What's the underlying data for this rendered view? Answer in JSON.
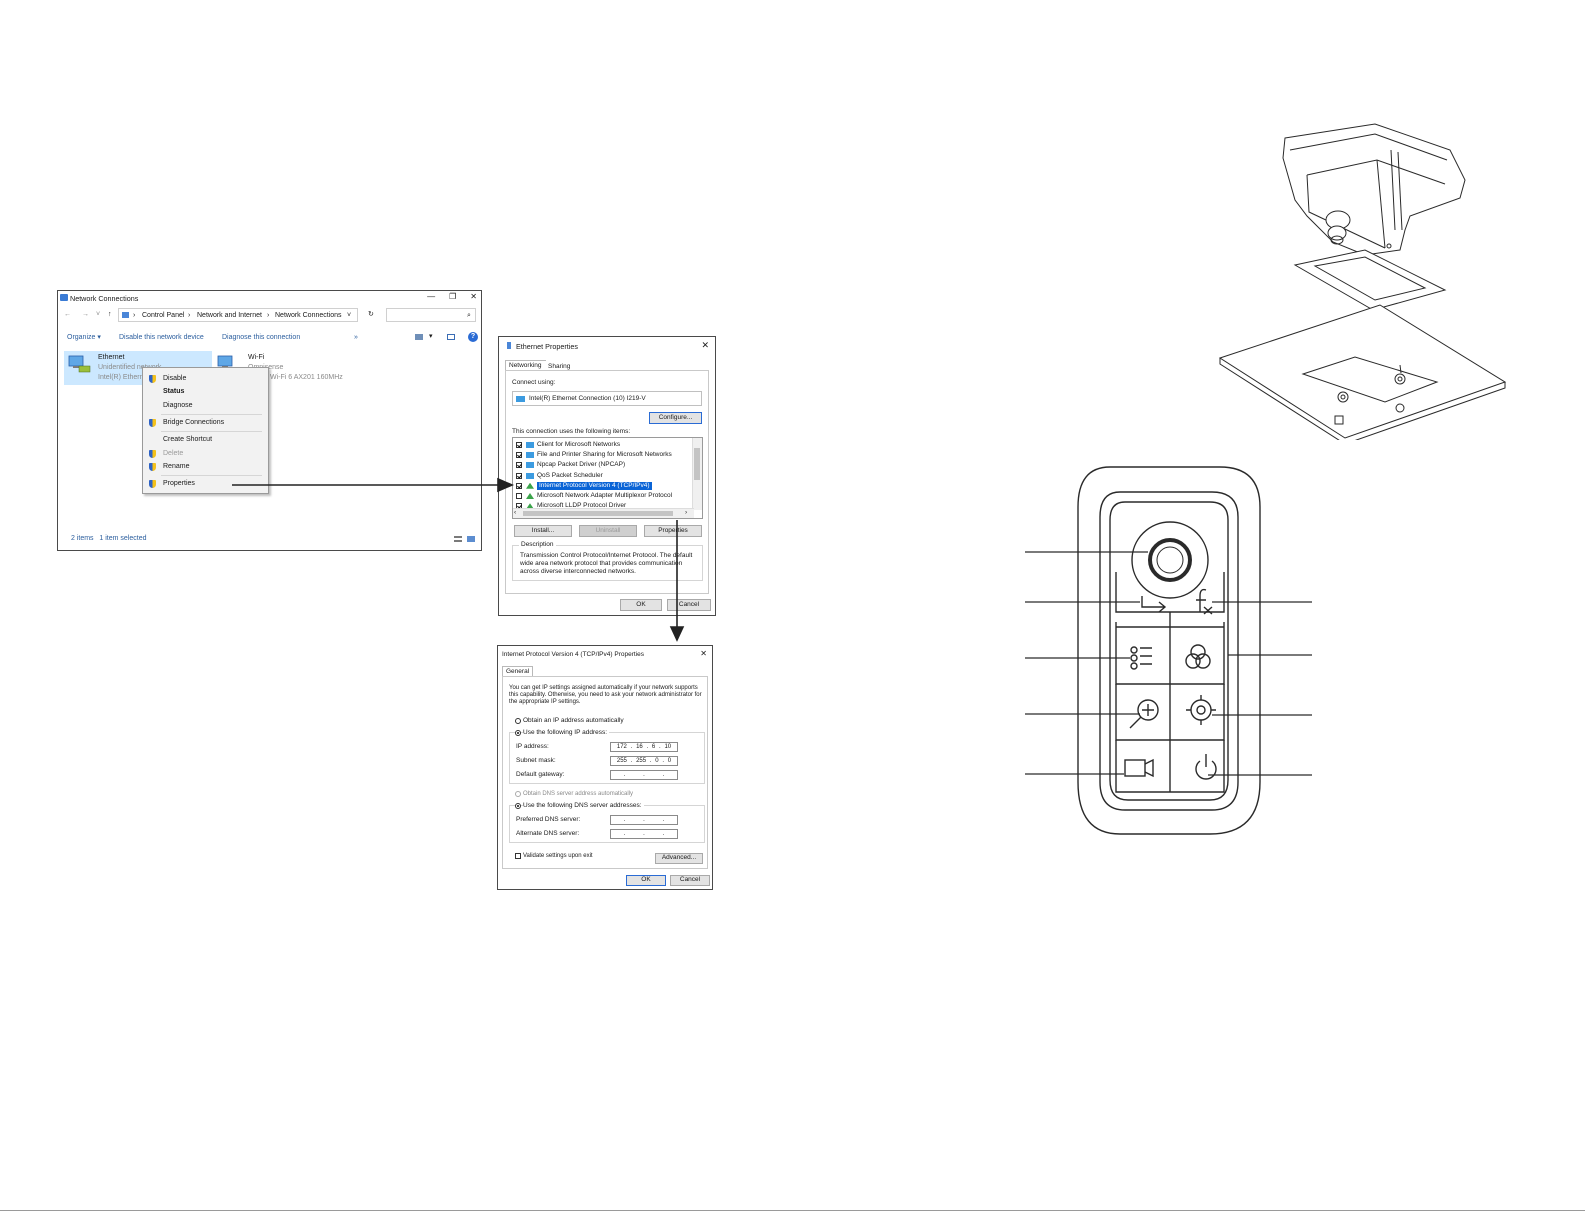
{
  "network_connections": {
    "title": "Network Connections",
    "caption": {
      "minimize": "—",
      "restore": "❐",
      "close": "✕"
    },
    "breadcrumb": [
      "Control Panel",
      "Network and Internet",
      "Network Connections"
    ],
    "toolbar": {
      "organize": "Organize ▾",
      "disable": "Disable this network device",
      "diagnose": "Diagnose this connection",
      "more": "»",
      "help": "?"
    },
    "items": [
      {
        "name": "Ethernet",
        "status": "Unidentified network",
        "adapter": "Intel(R) Etherne"
      },
      {
        "name": "Wi-Fi",
        "status": "Omnisense",
        "adapter": "Wi-Fi 6 AX201 160MHz"
      }
    ],
    "status_bar": "2 items   1 item selected"
  },
  "context_menu": {
    "items": [
      {
        "label": "Disable",
        "shield": true,
        "bold": false,
        "disabled": false
      },
      {
        "label": "Status",
        "shield": false,
        "bold": true,
        "disabled": false
      },
      {
        "label": "Diagnose",
        "shield": false,
        "bold": false,
        "disabled": false
      },
      {
        "label": "Bridge Connections",
        "shield": true,
        "bold": false,
        "disabled": false
      },
      {
        "label": "Create Shortcut",
        "shield": false,
        "bold": false,
        "disabled": false
      },
      {
        "label": "Delete",
        "shield": true,
        "bold": false,
        "disabled": true
      },
      {
        "label": "Rename",
        "shield": true,
        "bold": false,
        "disabled": false
      },
      {
        "label": "Properties",
        "shield": true,
        "bold": false,
        "disabled": false
      }
    ]
  },
  "ethernet_properties": {
    "title": "Ethernet Properties",
    "tabs": [
      "Networking",
      "Sharing"
    ],
    "connect_using_label": "Connect using:",
    "adapter": "Intel(R) Ethernet Connection (10) I219-V",
    "configure": "Configure...",
    "items_label": "This connection uses the following items:",
    "components": [
      {
        "label": "Client for Microsoft Networks",
        "checked": true,
        "selected": false
      },
      {
        "label": "File and Printer Sharing for Microsoft Networks",
        "checked": true,
        "selected": false
      },
      {
        "label": "Npcap Packet Driver (NPCAP)",
        "checked": true,
        "selected": false
      },
      {
        "label": "QoS Packet Scheduler",
        "checked": true,
        "selected": false
      },
      {
        "label": "Internet Protocol Version 4 (TCP/IPv4)",
        "checked": true,
        "selected": true
      },
      {
        "label": "Microsoft Network Adapter Multiplexor Protocol",
        "checked": false,
        "selected": false
      },
      {
        "label": "Microsoft LLDP Protocol Driver",
        "checked": true,
        "selected": false
      }
    ],
    "install": "Install...",
    "uninstall": "Uninstall",
    "properties": "Properties",
    "description_label": "Description",
    "description": "Transmission Control Protocol/Internet Protocol. The default wide area network protocol that provides communication across diverse interconnected networks.",
    "ok": "OK",
    "cancel": "Cancel"
  },
  "ipv4_properties": {
    "title": "Internet Protocol Version 4 (TCP/IPv4) Properties",
    "tab": "General",
    "intro": "You can get IP settings assigned automatically if your network supports this capability. Otherwise, you need to ask your network administrator for the appropriate IP settings.",
    "obtain_ip_auto": "Obtain an IP address automatically",
    "use_following_ip": "Use the following IP address:",
    "ip_label": "IP address:",
    "ip_octets": [
      "172",
      "16",
      "6",
      "10"
    ],
    "mask_label": "Subnet mask:",
    "mask_octets": [
      "255",
      "255",
      "0",
      "0"
    ],
    "gateway_label": "Default gateway:",
    "obtain_dns_auto": "Obtain DNS server address automatically",
    "use_following_dns": "Use the following DNS server addresses:",
    "preferred_dns_label": "Preferred DNS server:",
    "alternate_dns_label": "Alternate DNS server:",
    "validate": "Validate settings upon exit",
    "advanced": "Advanced...",
    "ok": "OK",
    "cancel": "Cancel"
  },
  "colors": {
    "selection": "#cce8ff",
    "highlight": "#0a64d6",
    "accent": "#2b5e9e",
    "line_art": "#2a2a2a"
  }
}
